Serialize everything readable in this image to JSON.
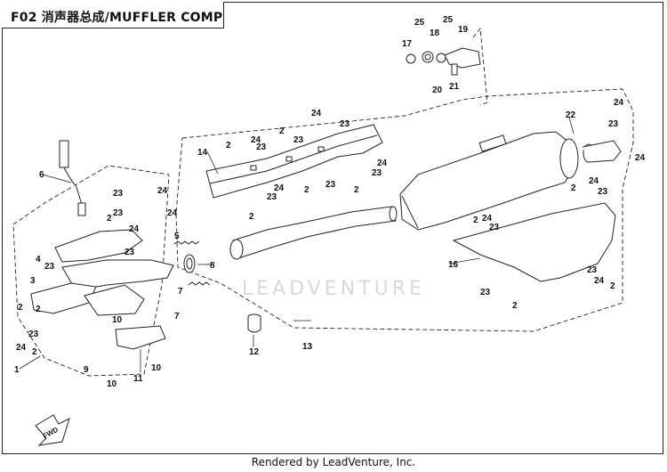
{
  "title": "F02 消声器总成/MUFFLER COMP",
  "footer": "Rendered by LeadVenture, Inc.",
  "watermark": "LEADVENTURE",
  "fwd_label": "FWD",
  "colors": {
    "line": "#222222",
    "fill": "#ffffff",
    "shade": "#e6e6e6",
    "dark": "#555555"
  },
  "callouts": [
    {
      "id": "c1",
      "label": "1"
    },
    {
      "id": "c2a",
      "label": "2"
    },
    {
      "id": "c2b",
      "label": "2"
    },
    {
      "id": "c3",
      "label": "3"
    },
    {
      "id": "c4",
      "label": "4"
    },
    {
      "id": "c5",
      "label": "5"
    },
    {
      "id": "c6",
      "label": "6"
    },
    {
      "id": "c7a",
      "label": "7"
    },
    {
      "id": "c7b",
      "label": "7"
    },
    {
      "id": "c8",
      "label": "8"
    },
    {
      "id": "c9",
      "label": "9"
    },
    {
      "id": "c10a",
      "label": "10"
    },
    {
      "id": "c10b",
      "label": "10"
    },
    {
      "id": "c10c",
      "label": "10"
    },
    {
      "id": "c11",
      "label": "11"
    },
    {
      "id": "c12",
      "label": "12"
    },
    {
      "id": "c13",
      "label": "13"
    },
    {
      "id": "c14",
      "label": "14"
    },
    {
      "id": "c16",
      "label": "16"
    },
    {
      "id": "c17",
      "label": "17"
    },
    {
      "id": "c18",
      "label": "18"
    },
    {
      "id": "c19",
      "label": "19"
    },
    {
      "id": "c20",
      "label": "20"
    },
    {
      "id": "c21",
      "label": "21"
    },
    {
      "id": "c22",
      "label": "22"
    },
    {
      "id": "c23a",
      "label": "23"
    },
    {
      "id": "c23b",
      "label": "23"
    },
    {
      "id": "c23c",
      "label": "23"
    },
    {
      "id": "c23d",
      "label": "23"
    },
    {
      "id": "c23e",
      "label": "23"
    },
    {
      "id": "c23f",
      "label": "23"
    },
    {
      "id": "c23g",
      "label": "23"
    },
    {
      "id": "c23h",
      "label": "23"
    },
    {
      "id": "c23i",
      "label": "23"
    },
    {
      "id": "c23j",
      "label": "23"
    },
    {
      "id": "c23k",
      "label": "23"
    },
    {
      "id": "c23l",
      "label": "23"
    },
    {
      "id": "c23m",
      "label": "23"
    },
    {
      "id": "c23n",
      "label": "23"
    },
    {
      "id": "c23o",
      "label": "23"
    },
    {
      "id": "c23p",
      "label": "23"
    },
    {
      "id": "c24a",
      "label": "24"
    },
    {
      "id": "c24b",
      "label": "24"
    },
    {
      "id": "c24c",
      "label": "24"
    },
    {
      "id": "c24d",
      "label": "24"
    },
    {
      "id": "c24e",
      "label": "24"
    },
    {
      "id": "c24f",
      "label": "24"
    },
    {
      "id": "c24g",
      "label": "24"
    },
    {
      "id": "c24h",
      "label": "24"
    },
    {
      "id": "c24i",
      "label": "24"
    },
    {
      "id": "c24j",
      "label": "24"
    },
    {
      "id": "c24k",
      "label": "24"
    },
    {
      "id": "c24l",
      "label": "24"
    },
    {
      "id": "c24m",
      "label": "24"
    },
    {
      "id": "c25a",
      "label": "25"
    },
    {
      "id": "c25b",
      "label": "25"
    },
    {
      "id": "c2c",
      "label": "2"
    },
    {
      "id": "c2d",
      "label": "2"
    },
    {
      "id": "c2e",
      "label": "2"
    },
    {
      "id": "c2f",
      "label": "2"
    },
    {
      "id": "c2g",
      "label": "2"
    },
    {
      "id": "c2h",
      "label": "2"
    },
    {
      "id": "c2i",
      "label": "2"
    },
    {
      "id": "c2j",
      "label": "2"
    },
    {
      "id": "c2k",
      "label": "2"
    },
    {
      "id": "c2l",
      "label": "2"
    },
    {
      "id": "c2m",
      "label": "2"
    }
  ]
}
